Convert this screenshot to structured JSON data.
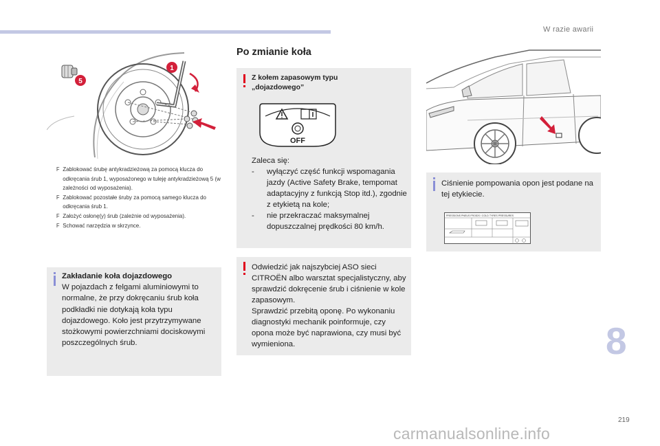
{
  "header": {
    "section_title": "W razie awarii"
  },
  "figure_left": {
    "callout_1": "1",
    "callout_5": "5"
  },
  "steps": [
    {
      "marker": "F",
      "text": "Zablokować śrubę antykradzieżową za pomocą klucza do odkręcania śrub 1, wyposażonego w tuleję antykradzieżową 5 (w zależności od wyposażenia)."
    },
    {
      "marker": "F",
      "text": "Zablokować pozostałe śruby za pomocą samego klucza do odkręcania śrub 1."
    },
    {
      "marker": "F",
      "text": "Założyć osłonę(y) śrub (zależnie od wyposażenia)."
    },
    {
      "marker": "F",
      "text": "Schować narzędzia w skrzynce."
    }
  ],
  "info_box_1": {
    "title": "Zakładanie koła dojazdowego",
    "body": "W pojazdach z felgami aluminiowymi to normalne, że przy dokręcaniu śrub koła podkładki nie dotykają koła typu dojazdowego. Koło jest przytrzymywane stożkowymi powierzchniami dociskowymi poszczególnych śrub."
  },
  "main": {
    "heading": "Po zmianie koła"
  },
  "warning_box_1": {
    "title_line1": "Z kołem zapasowym typu",
    "title_line2": "„dojazdowego”",
    "label_off": "OFF",
    "intro": "Zaleca się:",
    "dash_marker": "-",
    "items": [
      "wyłączyć część funkcji wspomagania jazdy (Active Safety Brake, tempomat adaptacyjny z funkcją Stop itd.), zgodnie z etykietą na kole;",
      "nie przekraczać maksymalnej dopuszczalnej prędkości 80 km/h."
    ]
  },
  "warning_box_2": {
    "paragraph1": "Odwiedzić jak najszybciej ASO sieci CITROËN albo warsztat specjalistyczny, aby sprawdzić dokręcenie śrub i ciśnienie w kole zapasowym.",
    "paragraph2": "Sprawdzić przebitą oponę. Po wykonaniu diagnostyki mechanik poinformuje, czy opona może być naprawiona, czy musi być wymieniona."
  },
  "info_box_2": {
    "body": "Ciśnienie pompowania opon jest podane na tej etykiecie.",
    "label_header": "PRESSIONS PNEUS FROIDS / COLD TYRES PRESSURES"
  },
  "footer": {
    "chapter_number": "8",
    "page_number": "219",
    "watermark": "carmanualsonline.info"
  },
  "colors": {
    "accent_blue": "#c3c8e4",
    "info_icon": "#8a8fd6",
    "warning_icon": "#e0001b",
    "callout_red": "#d3203a",
    "box_gray": "#ebebeb"
  }
}
